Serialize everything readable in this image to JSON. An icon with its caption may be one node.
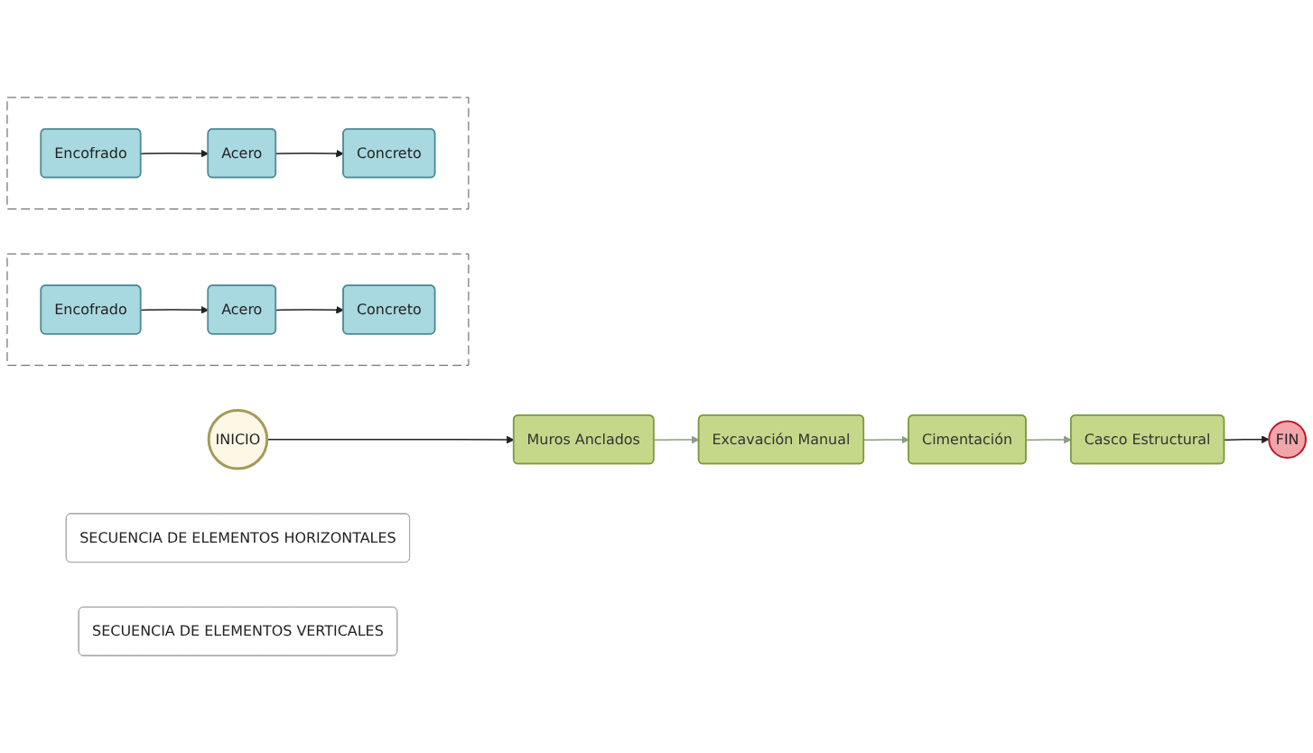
{
  "diagram": {
    "nodes": [
      {
        "text": [
          "INICIO"
        ]
      },
      {
        "text": [
          "Muros Anclados"
        ]
      },
      {
        "text": [
          "Excavación Manual"
        ]
      },
      {
        "text": [
          "Cimentación"
        ]
      },
      {
        "text": [
          "Casco Estructural"
        ]
      },
      {
        "text": [
          "FIN"
        ]
      },
      {
        "text": [
          "SECUENCIA DE ELEMENTOS HORIZONTALES"
        ]
      },
      {
        "text": [],
        "shape": "box"
      },
      {
        "text": [
          "Encofrado"
        ],
        "in": 7
      },
      {
        "text": [
          "Acero"
        ],
        "in": 7
      },
      {
        "text": [
          "Concreto"
        ],
        "in": 7
      },
      {
        "text": [
          "SECUENCIA DE ELEMENTOS VERTICALES"
        ]
      },
      {
        "text": [],
        "shape": "box"
      },
      {
        "text": [
          "Encofrado"
        ],
        "in": 12
      },
      {
        "text": [
          "Acero"
        ],
        "in": 12
      },
      {
        "text": [
          "Concreto"
        ],
        "in": 12
      }
    ],
    "edges": [
      {
        "from": 0,
        "to": 1,
        "arrow": "to"
      },
      {
        "from": 1,
        "to": 2,
        "arrow": "to",
        "color": "#8c9c80"
      },
      {
        "from": 2,
        "to": 3,
        "arrow": "to",
        "color": "#8c9c80"
      },
      {
        "from": 3,
        "to": 4,
        "arrow": "to",
        "color": "#8c9c80"
      },
      {
        "from": 4,
        "to": 5,
        "arrow": "to"
      },
      {
        "from": 8,
        "to": 9,
        "arrow": "to"
      },
      {
        "from": 9,
        "to": 10,
        "arrow": "to"
      },
      {
        "from": 13,
        "to": 14,
        "arrow": "to"
      },
      {
        "from": 14,
        "to": 15,
        "arrow": "to"
      }
    ]
  }
}
